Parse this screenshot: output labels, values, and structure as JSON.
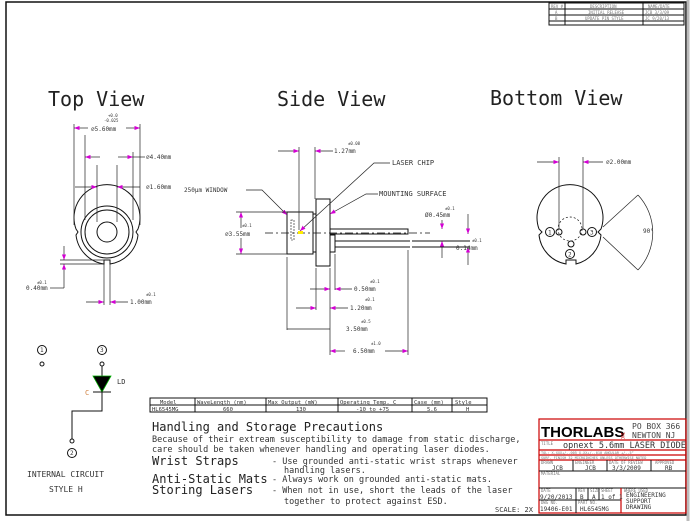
{
  "revisions": {
    "headers": [
      "REV #",
      "DESCRIPTION",
      "NAME/DATE"
    ],
    "rows": [
      [
        "A",
        "INITIAL RELEASE",
        "JCB 3/3/09"
      ],
      [
        "B",
        "UPDATE PIN STYLE",
        "JC 9/20/13"
      ]
    ]
  },
  "views": {
    "top": "Top View",
    "side": "Side View",
    "bottom": "Bottom View"
  },
  "top_dims": {
    "d560": "⌀5.60mm",
    "d560_tol_plus": "+0.0",
    "d560_tol_minus": "-0.025",
    "d440": "⌀4.40mm",
    "d160": "⌀1.60mm",
    "d040": "0.40mm",
    "d040_tol": "±0.1",
    "d100": "1.00mm",
    "d100_tol": "±0.1"
  },
  "side_dims": {
    "window": "250µm WINDOW",
    "laser_chip": "LASER CHIP",
    "mounting": "MOUNTING SURFACE",
    "d127": "1.27mm",
    "d127_tol": "±0.08",
    "d355": "⌀3.55mm",
    "d355_tol": "±0.1",
    "d045": "Ø0.45mm",
    "d045_tol": "±0.1",
    "d014": "0.14mm",
    "d014_tol": "±0.1",
    "d050": "0.50mm",
    "d050_tol": "±0.1",
    "d120": "1.20mm",
    "d120_tol": "±0.1",
    "d350": "3.50mm",
    "d350_tol": "±0.5",
    "d650": "6.50mm",
    "d650_tol": "±1.0"
  },
  "bottom_dims": {
    "d200": "⌀2.00mm",
    "angle": "90°",
    "pins": [
      "1",
      "2",
      "3"
    ]
  },
  "circuit": {
    "pins": [
      "1",
      "3",
      "2"
    ],
    "ld": "LD",
    "c": "C",
    "caption1": "INTERNAL CIRCUIT",
    "caption2": "STYLE H"
  },
  "spec_table": {
    "headers": [
      "Model",
      "WaveLength (nm)",
      "Max Output (mW)",
      "Operating Temp. C",
      "Case (mm)",
      "Style"
    ],
    "row": [
      "HL6545MG",
      "660",
      "130",
      "-10 to +75",
      "5.6",
      "H"
    ]
  },
  "precautions": {
    "title": "Handling and Storage Precautions",
    "intro1": "Because of their extream susceptibility to damage from static discharge,",
    "intro2": "care should be taken whenever handling and operating laser diodes.",
    "items": [
      {
        "label": "Wrist Straps",
        "text1": "- Use grounded anti-static wrist straps whenever",
        "text2": "handling lasers."
      },
      {
        "label": "Anti-Static Mats",
        "text1": "- Always work on grounded anti-static mats."
      },
      {
        "label": "Storing Lasers",
        "text1": "- When not in use, short the leads of the laser",
        "text2": "together to protect against ESD."
      }
    ]
  },
  "scale": "SCALE: 2X",
  "title_block": {
    "logo": "THORLABS",
    "logo_inc": "INC",
    "address1": "PO BOX 366",
    "address2": "NEWTON NJ",
    "title_label": "TITLE",
    "title": "opnext 5.6mm LASER DIODE",
    "tolerance": "TOL: X.XXX+/-.005 X.XX+/-.010 ANGULAR +/-.5°",
    "finish": "SURF. FINISH 32 MICROINCHES UNLESS OTHERWISE NOTED",
    "drawn_label": "DRAWN",
    "drawn": "JCB",
    "engineer_label": "ENGINEER",
    "engineer": "JCB",
    "date_rev_label": "DATE OF REVIEW",
    "date_rev": "3/3/2009",
    "approved_label": "APPROVED",
    "approved": "RB",
    "material_label": "MATERIAL",
    "date_label": "DATE",
    "date": "9/20/2013",
    "rev_label": "REV",
    "rev": "B",
    "size_label": "SIZE",
    "size": "A",
    "sheet_label": "SHEET",
    "sheet": "1 of 1",
    "where_label": "WHERE USED",
    "where1": "ENGINEERING",
    "where2": "SUPPORT",
    "where3": "DRAWING",
    "dwg_label": "DWG NO.",
    "dwg": "19406-E01",
    "part_label": "PART NO.",
    "part": "HL6545MG"
  },
  "colors": {
    "frame": "#cc0000",
    "dimension_arrow": "#d400d4",
    "laser_chip": "#ffee00",
    "diode": "#000000"
  }
}
